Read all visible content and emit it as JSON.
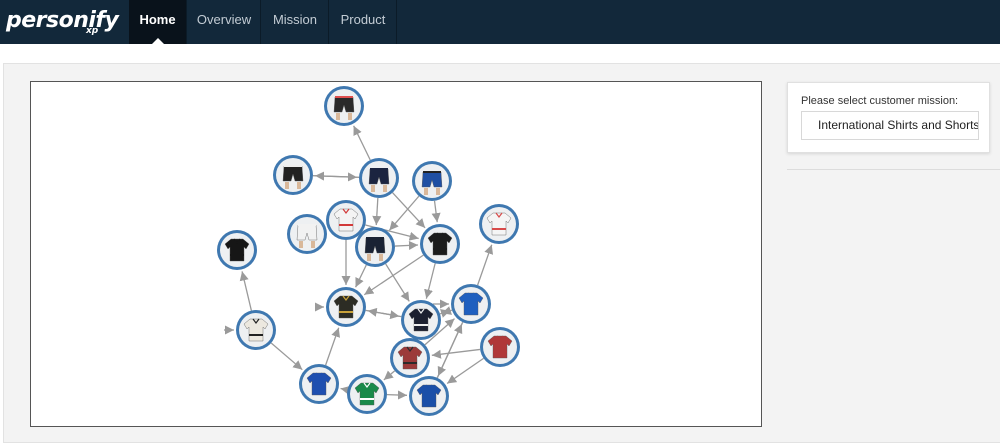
{
  "app": {
    "brand_main": "personify",
    "brand_sub": "xp"
  },
  "nav": {
    "tabs": [
      {
        "label": "Home",
        "active": true
      },
      {
        "label": "Overview",
        "active": false
      },
      {
        "label": "Mission",
        "active": false
      },
      {
        "label": "Product",
        "active": false
      }
    ]
  },
  "mission": {
    "label": "Please select customer mission:",
    "selected": "International Shirts and Shorts"
  },
  "colors": {
    "navbar": "#12283a",
    "node_ring": "#3f78b0",
    "edge": "#9a9a9a"
  },
  "graph": {
    "nodes": [
      {
        "id": "n1",
        "icon": "shorts-icon",
        "kind": "shorts",
        "colors": [
          "#2a2a2a",
          "#e05050"
        ]
      },
      {
        "id": "n2",
        "icon": "shorts-icon",
        "kind": "shorts",
        "colors": [
          "#222222",
          "#eeeeee"
        ]
      },
      {
        "id": "n3",
        "icon": "shorts-icon",
        "kind": "shorts",
        "colors": [
          "#1b2440",
          "#1b2440"
        ]
      },
      {
        "id": "n4",
        "icon": "shorts-icon",
        "kind": "shorts",
        "colors": [
          "#1f4fa3",
          "#222222"
        ]
      },
      {
        "id": "n5",
        "icon": "shorts-icon",
        "kind": "shorts",
        "colors": [
          "#f2f2f2",
          "#f2f2f2"
        ]
      },
      {
        "id": "n6",
        "icon": "shirt-icon",
        "kind": "shirt",
        "colors": [
          "#f4f4f4",
          "#d23a3a"
        ]
      },
      {
        "id": "n7",
        "icon": "shorts-icon",
        "kind": "shorts",
        "colors": [
          "#1a2233",
          "#1a2233"
        ]
      },
      {
        "id": "n8",
        "icon": "jacket-icon",
        "kind": "shirt",
        "colors": [
          "#161616",
          "#161616"
        ]
      },
      {
        "id": "n9",
        "icon": "shirt-icon",
        "kind": "shirt",
        "colors": [
          "#f5f5f5",
          "#d84a4a"
        ]
      },
      {
        "id": "n10",
        "icon": "jacket-icon",
        "kind": "shirt",
        "colors": [
          "#1c1c1c",
          "#1c1c1c"
        ]
      },
      {
        "id": "n11",
        "icon": "shirt-icon",
        "kind": "shirt",
        "colors": [
          "#2c2c24",
          "#c9a23a"
        ]
      },
      {
        "id": "n12",
        "icon": "shirt-icon",
        "kind": "shirt",
        "colors": [
          "#1f5fbf",
          "#1f5fbf"
        ]
      },
      {
        "id": "n13",
        "icon": "shirt-icon",
        "kind": "shirt",
        "colors": [
          "#1c2030",
          "#eeeeee"
        ]
      },
      {
        "id": "n14",
        "icon": "shirt-icon",
        "kind": "shirt",
        "colors": [
          "#ece8df",
          "#222222"
        ]
      },
      {
        "id": "n15",
        "icon": "shirt-icon",
        "kind": "shirt",
        "colors": [
          "#9c3a3a",
          "#2b2b2b"
        ]
      },
      {
        "id": "n16",
        "icon": "shirt-icon",
        "kind": "shirt",
        "colors": [
          "#b03838",
          "#b03838"
        ]
      },
      {
        "id": "n17",
        "icon": "shirt-icon",
        "kind": "shirt",
        "colors": [
          "#1f4fb0",
          "#1f4fb0"
        ]
      },
      {
        "id": "n18",
        "icon": "shirt-icon",
        "kind": "shirt",
        "colors": [
          "#1a8a4a",
          "#ffffff"
        ]
      },
      {
        "id": "n19",
        "icon": "shirt-icon",
        "kind": "shirt",
        "colors": [
          "#1b4fa8",
          "#1b4fa8"
        ]
      }
    ],
    "edges": [
      [
        "n3",
        "n1"
      ],
      [
        "n3",
        "n2"
      ],
      [
        "n2",
        "n3"
      ],
      [
        "n3",
        "n10"
      ],
      [
        "n3",
        "n7"
      ],
      [
        "n4",
        "n10"
      ],
      [
        "n4",
        "n7"
      ],
      [
        "n6",
        "n10"
      ],
      [
        "n6",
        "n11"
      ],
      [
        "n7",
        "n10"
      ],
      [
        "n7",
        "n13"
      ],
      [
        "n10",
        "n11"
      ],
      [
        "n10",
        "n13"
      ],
      [
        "n14",
        "n8"
      ],
      [
        "n14",
        "n17"
      ],
      [
        "n17",
        "n11"
      ],
      [
        "n13",
        "n11"
      ],
      [
        "n11",
        "n13"
      ],
      [
        "n12",
        "n13"
      ],
      [
        "n13",
        "n12"
      ],
      [
        "n12",
        "n9"
      ],
      [
        "n12",
        "n19"
      ],
      [
        "n16",
        "n15"
      ],
      [
        "n16",
        "n19"
      ],
      [
        "n15",
        "n12"
      ],
      [
        "n15",
        "n18"
      ],
      [
        "n18",
        "n17"
      ],
      [
        "n18",
        "n19"
      ],
      [
        "n19",
        "n12"
      ],
      [
        "n7",
        "n11"
      ]
    ],
    "inbound": [
      "n14",
      "n11",
      "n12"
    ]
  }
}
